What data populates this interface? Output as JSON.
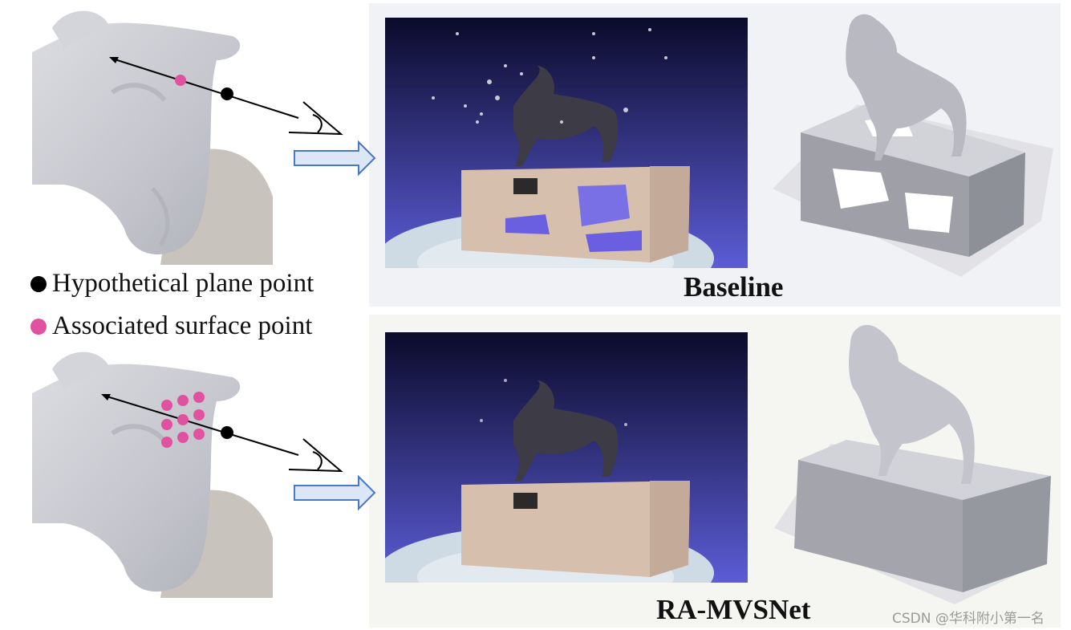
{
  "legend": {
    "plane_point": {
      "label": "Hypothetical plane point",
      "color": "#000000"
    },
    "surface_point": {
      "label": "Associated surface point",
      "color": "#e0529f"
    }
  },
  "captions": {
    "top": "Baseline",
    "bottom": "RA-MVSNet"
  },
  "watermark": "CSDN @华科附小第一名",
  "colors": {
    "mesh_gray": "#cfd0d6",
    "pink": "#e0529f",
    "arrow_fill": "#dbe6f6",
    "arrow_stroke": "#4a78c2",
    "sky_top": "#0a0a2a",
    "sky_bottom": "#5c5cd6",
    "pedestal": "#d7bfae"
  },
  "icons": {
    "eye": "eye-icon",
    "flow_arrow": "right-arrow-icon"
  }
}
